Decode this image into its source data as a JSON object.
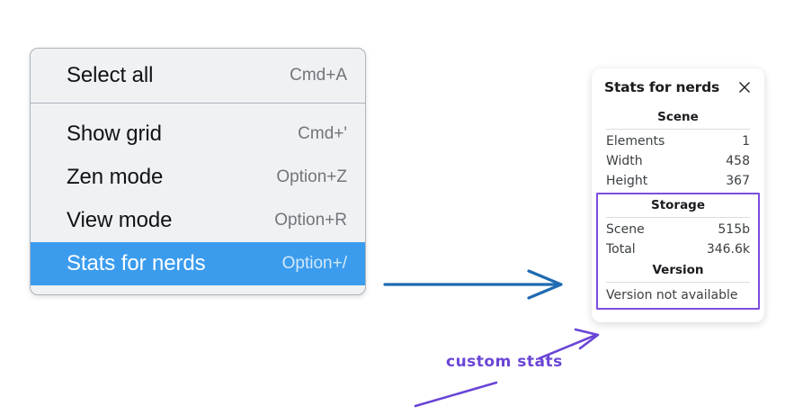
{
  "context_menu": {
    "groups": [
      {
        "name": "selection",
        "items": [
          {
            "label": "Select all",
            "shortcut": "Cmd+A",
            "selected": false
          }
        ]
      },
      {
        "name": "view-options",
        "items": [
          {
            "label": "Show grid",
            "shortcut": "Cmd+'",
            "selected": false
          },
          {
            "label": "Zen mode",
            "shortcut": "Option+Z",
            "selected": false
          },
          {
            "label": "View mode",
            "shortcut": "Option+R",
            "selected": false
          },
          {
            "label": "Stats for nerds",
            "shortcut": "Option+/",
            "selected": true
          }
        ]
      }
    ],
    "highlight_color": "#3b9cee"
  },
  "stats_panel": {
    "title": "Stats for nerds",
    "close_icon": "close-icon",
    "scene": {
      "heading": "Scene",
      "rows": [
        {
          "label": "Elements",
          "value": "1"
        },
        {
          "label": "Width",
          "value": "458"
        },
        {
          "label": "Height",
          "value": "367"
        }
      ]
    },
    "storage": {
      "heading": "Storage",
      "rows": [
        {
          "label": "Scene",
          "value": "515b"
        },
        {
          "label": "Total",
          "value": "346.6k"
        }
      ]
    },
    "version": {
      "heading": "Version",
      "note": "Version not available"
    },
    "highlight_border_color": "#7c4dde"
  },
  "annotations": {
    "handwritten_label": "custom stats",
    "label_color": "#6a45d6",
    "blue_arrow_color": "#1f6ab0"
  }
}
